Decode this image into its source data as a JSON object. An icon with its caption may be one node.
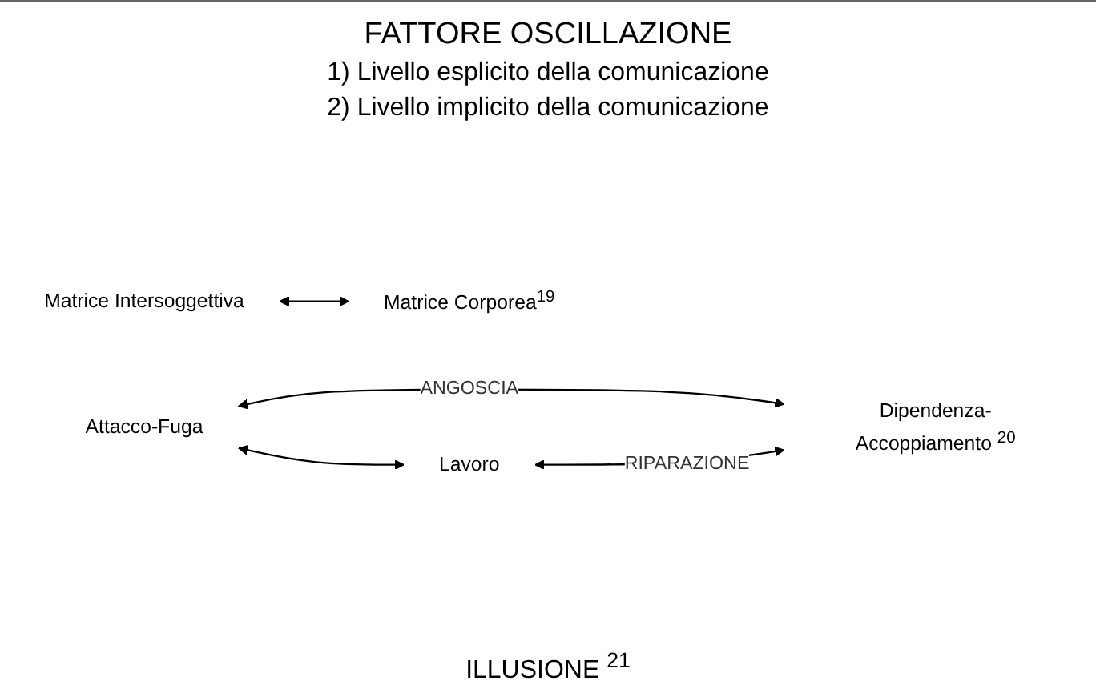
{
  "diagram": {
    "title": "FATTORE OSCILLAZIONE",
    "nodes": [
      {
        "text": [
          "Matrice Intersoggettiva"
        ]
      },
      {
        "text": [
          "Matrice Corporea$^{19}$"
        ]
      },
      {
        "text": [
          "Attacco-Fuga"
        ]
      },
      {
        "text": [
          "Lavoro"
        ]
      },
      {
        "text": [
          "Dipendenza-Accoppiamento $^{20}$"
        ]
      }
    ],
    "edges": [
      {
        "from": 0,
        "to": 1,
        "arrow": "both"
      },
      {
        "from": 2,
        "to": 3,
        "arrow": "both"
      },
      {
        "from": 2,
        "to": 4,
        "label": "ANGOSCIA",
        "arrow": "both"
      },
      {
        "from": 3,
        "to": 4,
        "label": "RIPARAZIONE",
        "arrow": "both"
      }
    ],
    "labels": [
      "1) Livello esplicito della comunicazione",
      "2) Livello implicito della comunicazione",
      "ILLUSIONE $^{21}$"
    ]
  }
}
